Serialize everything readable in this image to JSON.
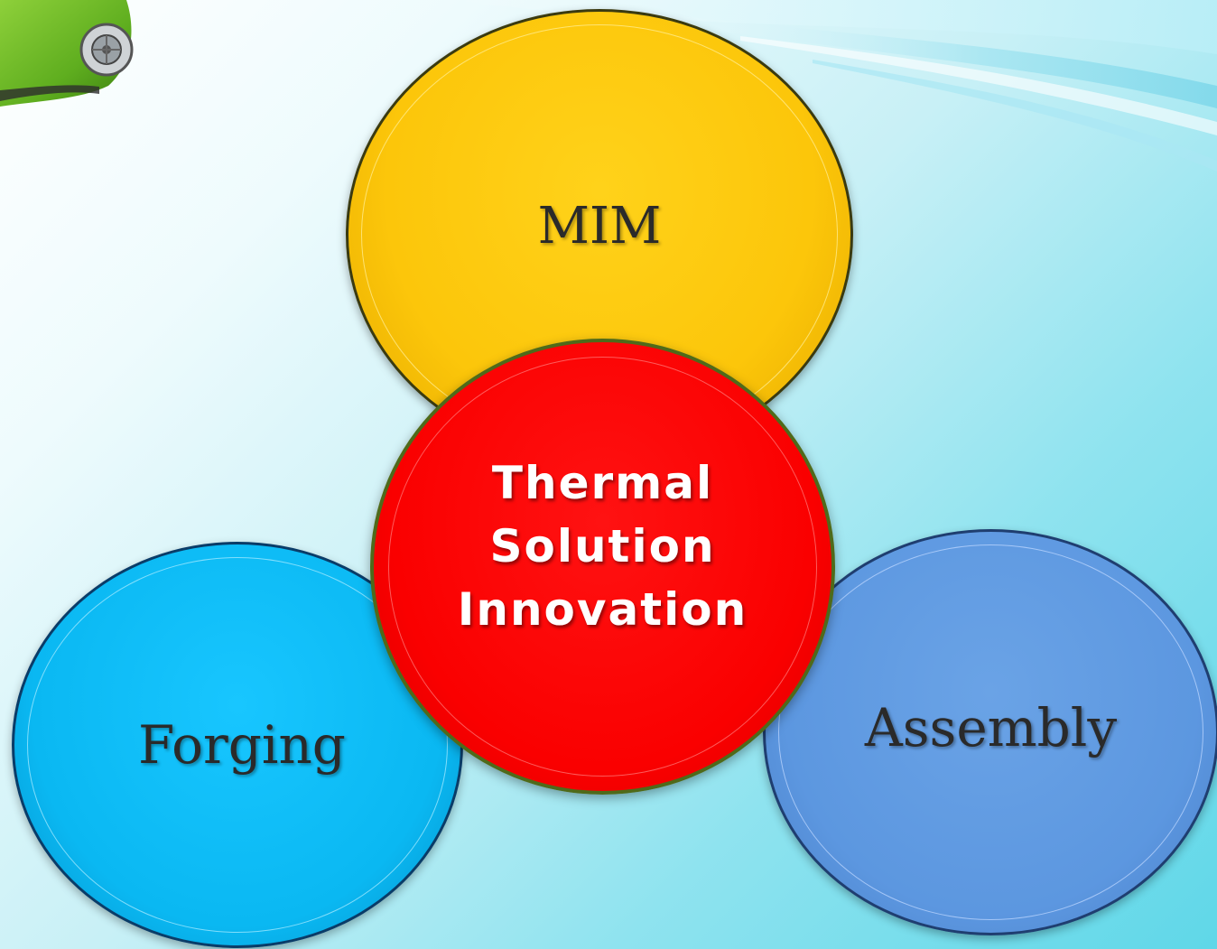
{
  "diagram": {
    "top_circle": {
      "label": "MIM",
      "color": "#FCC60A"
    },
    "left_circle": {
      "label": "Forging",
      "color": "#0AB8F2"
    },
    "right_circle": {
      "label": "Assembly",
      "color": "#5C97E0"
    },
    "center_circle": {
      "lines": [
        "Thermal",
        "Solution",
        "Innovation"
      ],
      "color": "#FA0000"
    }
  },
  "decorations": {
    "top_left_image": "green-grass-car-icon",
    "top_right_graphic": "wave-swoosh"
  }
}
